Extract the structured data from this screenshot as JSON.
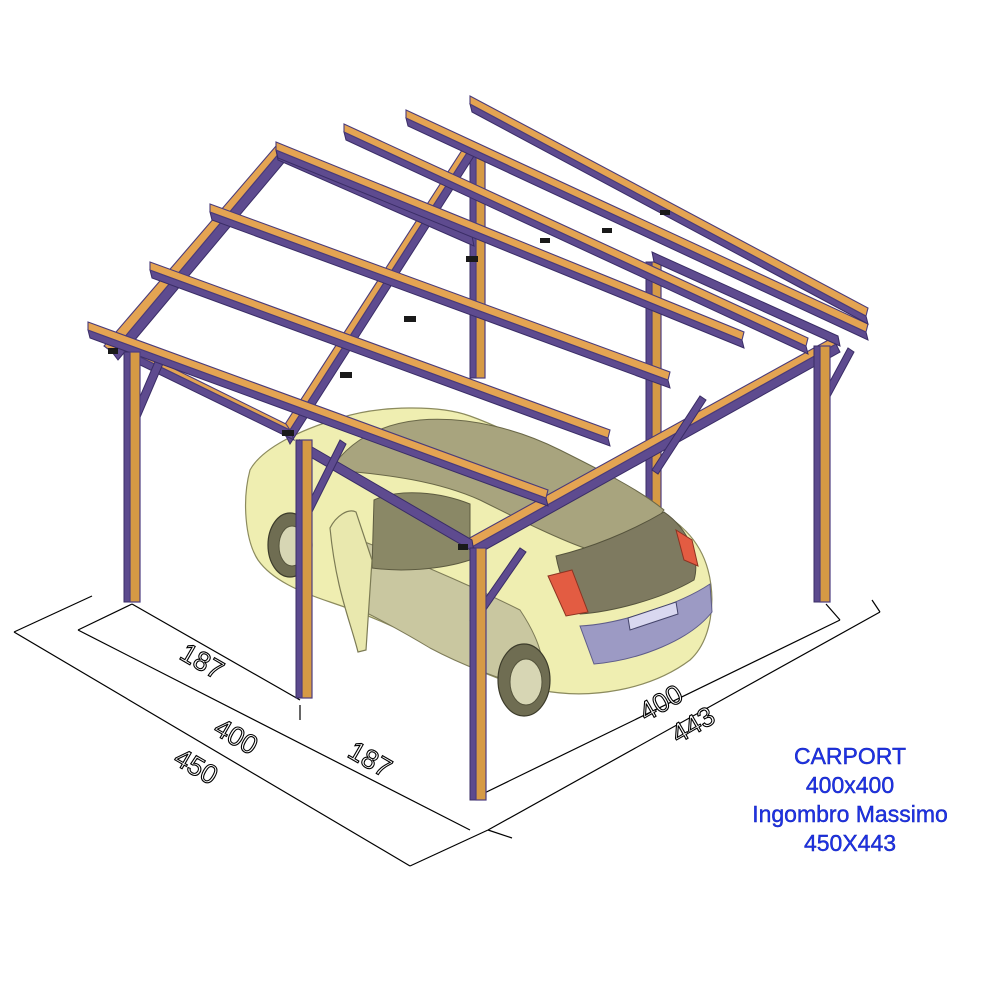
{
  "title_block": {
    "line1": "CARPORT",
    "line2": "400x400",
    "line3": "Ingombro Massimo",
    "line4": "450X443"
  },
  "dimensions": {
    "front_left_segment": "187",
    "front_right_segment": "187",
    "front_inner": "400",
    "front_outer": "450",
    "side_inner": "400",
    "side_outer": "443"
  },
  "colors": {
    "wood": "#d69a45",
    "wood_shadow": "#5c4a8e",
    "car_body": "#f0eeb0",
    "car_glass": "#8e8a6a",
    "title_text": "#1e32e6",
    "dimension_lines": "#000000"
  }
}
